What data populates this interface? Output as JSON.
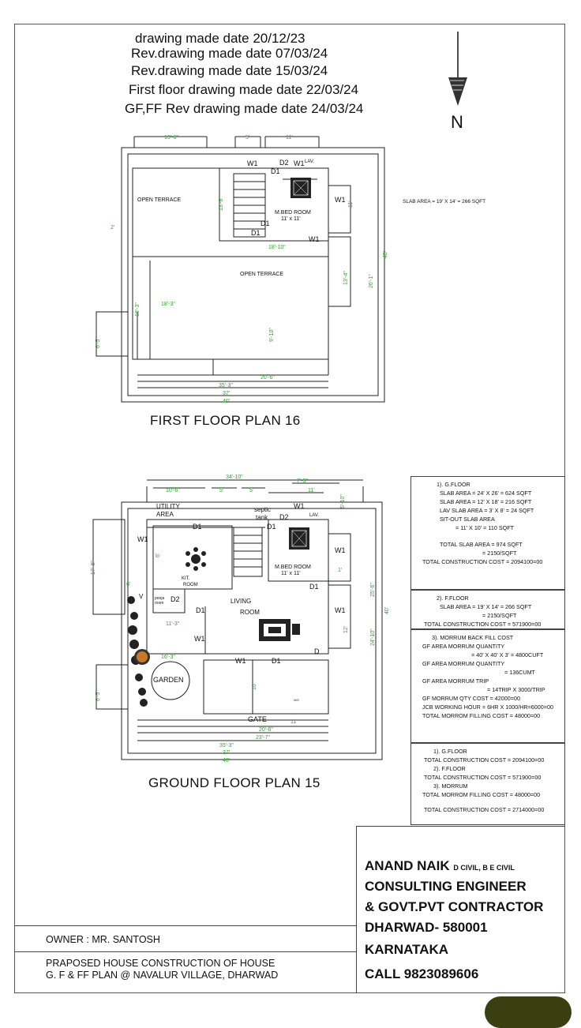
{
  "header": {
    "dates": [
      "drawing made date 20/12/23",
      "Rev.drawing made date 07/03/24",
      "Rev.drawing made date 15/03/24",
      "First floor drawing made date 22/03/24",
      "GF,FF Rev drawing made date 24/03/24"
    ],
    "north": "N"
  },
  "first_floor": {
    "title": "FIRST FLOOR PLAN 16",
    "slab_note": "SLAB AREA = 19' X 14' = 266 SQFT",
    "labels": {
      "open_terrace_1": "OPEN TERRACE",
      "open_terrace_2": "OPEN TERRACE",
      "mbed": "M.BED ROOM",
      "mbed_size": "11' x 11'",
      "lav": "LAV.",
      "w1a": "W1",
      "w1b": "W1",
      "w1c": "W1",
      "w1d": "W1",
      "d1a": "D1",
      "d1b": "D1",
      "d1c": "D1",
      "d2": "D2"
    },
    "dims": {
      "top_left": "13'-6\"",
      "top_mid": "5'",
      "top_right": "11'",
      "left": "2'",
      "stair": "13'-6\"",
      "mid": "18'-10\"",
      "right_a": "11'",
      "right_b": "13'-4\"",
      "right_c": "26'-1\"",
      "right_d": "40'",
      "left_mid": "18'-3\"",
      "left_v": "18'-3\"",
      "left_small": "6'-5\"",
      "inner_v": "9'-10\"",
      "bottom_a": "20'-6\"",
      "bottom_b": "35'-3\"",
      "bottom_c": "37'",
      "bottom_d": "40'"
    }
  },
  "ground_floor": {
    "title": "GROUND FLOOR PLAN 15",
    "labels": {
      "utility": "UTILITY",
      "utility_area": "AREA",
      "septic": "septic",
      "septic_tank": "tank",
      "lav": "LAV.",
      "kit": "KIT.",
      "kit_room": "ROOM",
      "pooja": "pooja",
      "pooja_room": "room",
      "mbed": "M.BED ROOM",
      "mbed_size": "11' x 11'",
      "living": "LIVING",
      "living_room": "ROOM",
      "garden": "GARDEN",
      "gate": "GATE",
      "ns": "N/S",
      "w1a": "W1",
      "w1b": "W1",
      "w1c": "W1",
      "w1d": "W1",
      "w1e": "W1",
      "w1f": "W1",
      "d1a": "D1",
      "d1b": "D1",
      "d1c": "D1",
      "d1d": "D1",
      "d1e": "D1",
      "d2a": "D2",
      "d2b": "D2",
      "d": "D",
      "v": "V"
    },
    "dims": {
      "top_total": "34'-10\"",
      "top_left": "10'-6\"",
      "top_a": "5'",
      "top_b": "5'",
      "top_c": "7'-3\"",
      "top_d": "11'",
      "top_e": "5'-10\"",
      "left_a": "17'-8\"",
      "left_b": "6'-5\"",
      "left_c": "6'",
      "kit_v": "6'",
      "mid_a": "11'-3\"",
      "mid_b": "16'-3\"",
      "right_a": "1'",
      "right_b": "25'-6\"",
      "right_c": "40'",
      "right_d": "12'",
      "right_e": "24'-10\"",
      "inner_v": "10'",
      "bottom_a": "11'",
      "bottom_b": "20'-6\"",
      "bottom_c": "23'-7\"",
      "bottom_d": "35'-3\"",
      "bottom_e": "37'",
      "bottom_f": "40'"
    }
  },
  "calc1": [
    "1). G.FLOOR",
    "SLAB AREA = 24' X 26' = 624 SQFT",
    "SLAB AREA = 12' X 18' = 216 SQFT",
    "LAV SLAB AREA = 3' X 8' = 24 SQFT",
    "SIT-OUT SLAB AREA",
    "= 11' X 10' = 110 SQFT",
    "",
    "TOTAL SLAB AREA = 974 SQFT",
    "= 2150/SQFT",
    "TOTAL CONSTRUCTION COST = 2094100=00"
  ],
  "calc2": [
    "2). F.FLOOR",
    "SLAB AREA = 19' X 14' = 266 SQFT",
    "= 2150/SQFT",
    "TOTAL CONSTRUCTION COST = 571900=00"
  ],
  "calc3": [
    "3). MORRUM BACK FILL COST",
    "GF AREA MORRUM QUANTITY",
    "= 40' X 40' X 3' = 4800CUFT",
    "GF AREA MORRUM QUANTITY",
    "= 136CUMT",
    "GF AREA MORRUM TRIP",
    "= 14TRIP X 3000/TRIP",
    "GF MORRUM QTY COST = 42000=00",
    "JCB WORKING HOUR = 6HR X 1000/HR=6000=00",
    "TOTAL MORROM FILLING COST = 48000=00"
  ],
  "calc4": [
    "1). G.FLOOR",
    "TOTAL CONSTRUCTION COST = 2094100=00",
    "2). F.FLOOR",
    "TOTAL CONSTRUCTION COST = 571900=00",
    "3). MORRUM",
    "TOTAL MORROM FILLING COST = 48000=00",
    "",
    "TOTAL CONSTRUCTION COST = 2714000=00"
  ],
  "engineer": {
    "name": "ANAND NAIK",
    "qual": "D CIVIL, B E CIVIL",
    "line2": "CONSULTING ENGINEER",
    "line3": "& GOVT.PVT CONTRACTOR",
    "line4": "DHARWAD- 580001",
    "line5": "KARNATAKA",
    "line6": "CALL 9823089606"
  },
  "owner": "OWNER : MR. SANTOSH",
  "project": {
    "line1": "PRAPOSED HOUSE CONSTRUCTION OF HOUSE",
    "line2": "G. F  & FF PLAN @ NAVALUR VILLAGE, DHARWAD"
  },
  "colors": {
    "dimension": "#2aa82a",
    "line": "#222222"
  }
}
